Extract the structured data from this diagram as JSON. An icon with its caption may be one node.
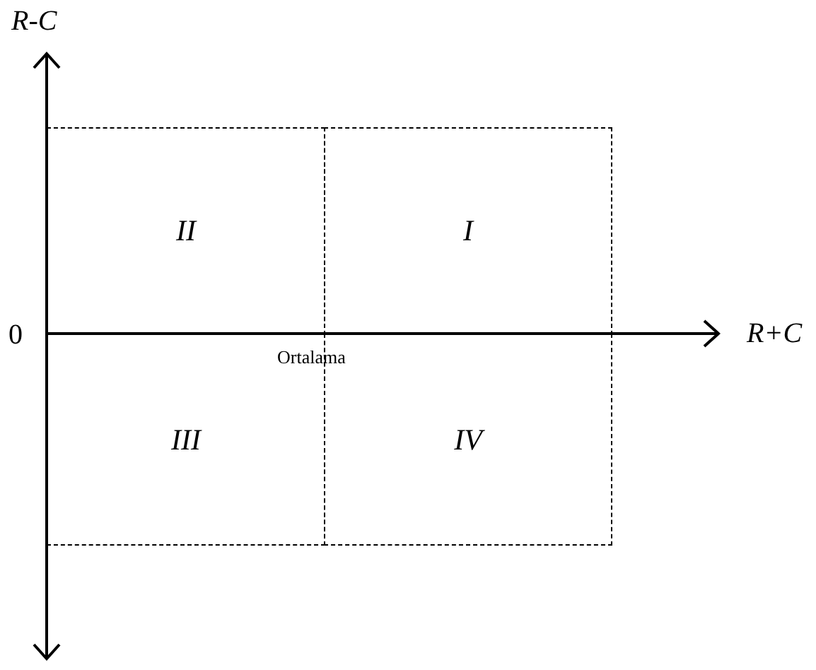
{
  "diagram": {
    "nodes": [
      {
        "text": [
          "II"
        ]
      },
      {
        "text": [
          "I"
        ]
      },
      {
        "text": [
          "III"
        ]
      },
      {
        "text": [
          "IV"
        ]
      }
    ],
    "labels": [
      "R-C",
      "0",
      "R+C",
      "Ortalama"
    ]
  }
}
